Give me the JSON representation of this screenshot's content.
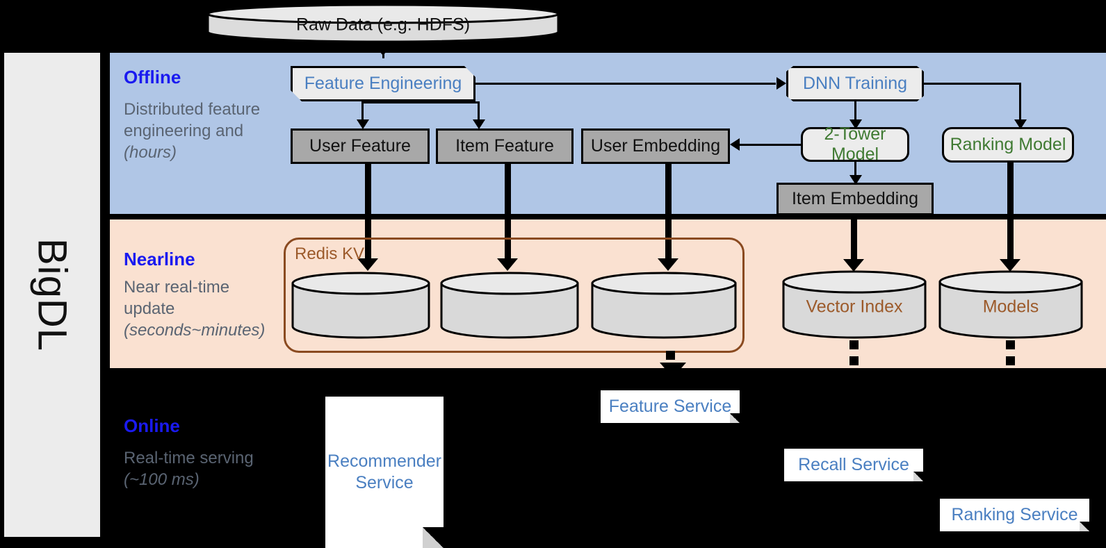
{
  "framework": {
    "name": "BigDL"
  },
  "source": {
    "label": "Raw Data (e.g. HDFS)"
  },
  "bands": [
    {
      "title": "Offline",
      "subtitle": "Distributed feature engineering and ",
      "subtitle_em": "(hours)"
    },
    {
      "title": "Nearline",
      "subtitle": "Near real-time update ",
      "subtitle_em": "(seconds~minutes)"
    },
    {
      "title": "Online",
      "subtitle": "Real-time serving ",
      "subtitle_em": "(~100 ms)"
    }
  ],
  "offline": {
    "feature_engineering": "Feature Engineering",
    "dnn_training": "DNN Training",
    "user_feature": "User Feature",
    "item_feature": "Item Feature",
    "user_embedding": "User Embedding",
    "two_tower_model": "2-Tower Model",
    "ranking_model": "Ranking Model",
    "item_embedding": "Item Embedding"
  },
  "nearline": {
    "redis_kv": "Redis KV",
    "stores": [
      "",
      "",
      ""
    ],
    "vector_index": "Vector Index",
    "models": "Models"
  },
  "online": {
    "recommender_service": "Recommender Service",
    "feature_service": "Feature Service",
    "recall_service": "Recall Service",
    "ranking_service": "Ranking Service"
  },
  "colors": {
    "offline_band": "#b0c6e6",
    "nearline_band": "#fae1d1",
    "online_band": "#000000",
    "band_title": "#1a1af0",
    "band_subtitle": "#5a6472",
    "process_text": "#4a7fc1",
    "model_text": "#3f7a32",
    "store_text": "#9c5a2a",
    "data_box": "#a8a8a8",
    "rail": "#ececec"
  }
}
